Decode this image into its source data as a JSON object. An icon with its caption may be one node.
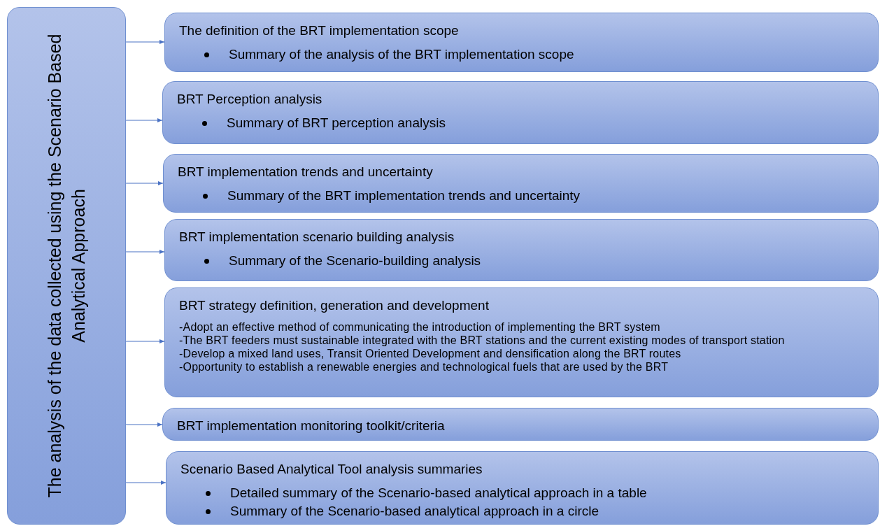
{
  "diagram": {
    "nodes": [
      {
        "text": [
          "The analysis of the data collected using the Scenario Based Analytical Approach"
        ]
      },
      {
        "text": [
          "The definition of the BRT implementation scope",
          "Summary of the analysis of the BRT implementation scope"
        ]
      },
      {
        "text": [
          "BRT Perception analysis",
          "Summary of BRT perception analysis"
        ]
      },
      {
        "text": [
          "BRT implementation trends and uncertainty",
          "Summary of the BRT implementation trends and uncertainty"
        ]
      },
      {
        "text": [
          "BRT implementation scenario building analysis",
          "Summary of the Scenario-building analysis"
        ]
      },
      {
        "text": [
          "BRT strategy definition, generation and development",
          "-Adopt an effective method of communicating the introduction of implementing the BRT system",
          "-The BRT feeders must sustainable integrated with the BRT stations and the current existing modes of transport station",
          "-Develop a mixed land uses, Transit Oriented Development and densification along the BRT routes",
          "-Opportunity to establish a renewable energies and technological fuels that are used by the BRT"
        ]
      },
      {
        "text": [
          "BRT implementation monitoring toolkit/criteria"
        ]
      },
      {
        "text": [
          "Scenario Based Analytical Tool analysis summaries",
          "Detailed summary of the Scenario-based analytical approach in a table",
          "Summary of the Scenario-based analytical approach in a circle"
        ]
      }
    ],
    "edges": [
      {
        "from": 0,
        "to": 1,
        "arrow": "to"
      },
      {
        "from": 0,
        "to": 2,
        "arrow": "to"
      },
      {
        "from": 0,
        "to": 3,
        "arrow": "to"
      },
      {
        "from": 0,
        "to": 4,
        "arrow": "to"
      },
      {
        "from": 0,
        "to": 5,
        "arrow": "to"
      },
      {
        "from": 0,
        "to": 6,
        "arrow": "to"
      },
      {
        "from": 0,
        "to": 7,
        "arrow": "to"
      }
    ]
  }
}
